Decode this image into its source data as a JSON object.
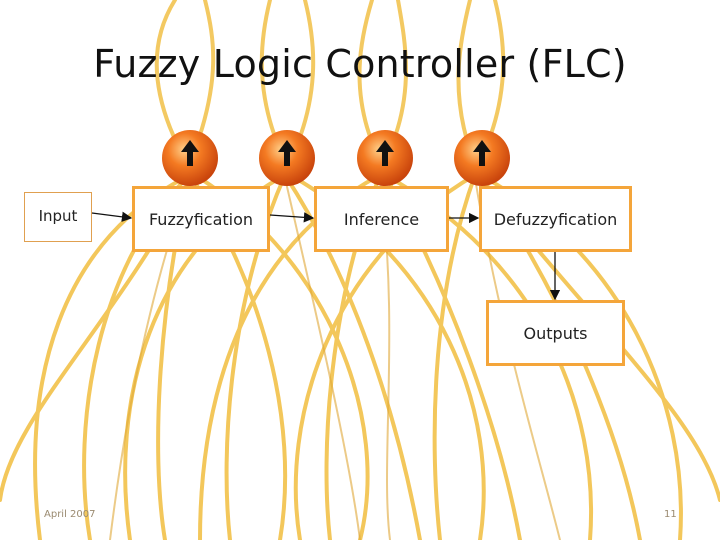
{
  "slide": {
    "title": "Fuzzy Logic Controller (FLC)",
    "footer_date": "April 2007",
    "page_number": "11"
  },
  "diagram": {
    "nodes": {
      "input": "Input",
      "fuzzification": "Fuzzyfication",
      "inference": "Inference",
      "defuzzification": "Defuzzyfication",
      "outputs": "Outputs"
    }
  },
  "colors": {
    "box_border": "#f4a53a",
    "fiber": "#f0c24a",
    "sphere": "#f26a1b",
    "arrow": "#111111"
  }
}
